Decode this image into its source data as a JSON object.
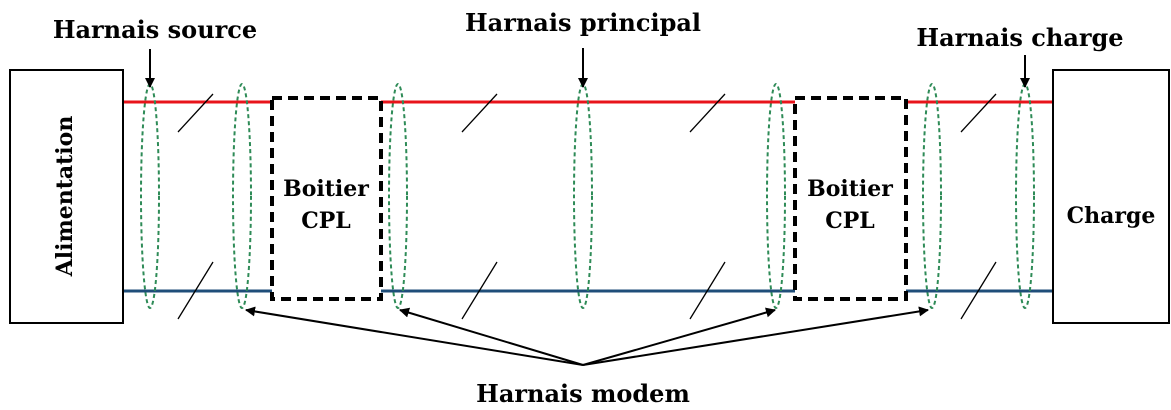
{
  "labels": {
    "harnais_source": "Harnais source",
    "harnais_principal": "Harnais principal",
    "harnais_charge": "Harnais charge",
    "harnais_modem": "Harnais modem",
    "alimentation": "Alimentation",
    "charge": "Charge",
    "boitier_1_line1": "Boitier",
    "boitier_1_line2": "CPL",
    "boitier_2_line1": "Boitier",
    "boitier_2_line2": "CPL"
  },
  "colors": {
    "top_wire": "#e8141b",
    "bottom_wire": "#1f4e79",
    "harness_loop": "#2e8b57",
    "outline": "#000000"
  }
}
